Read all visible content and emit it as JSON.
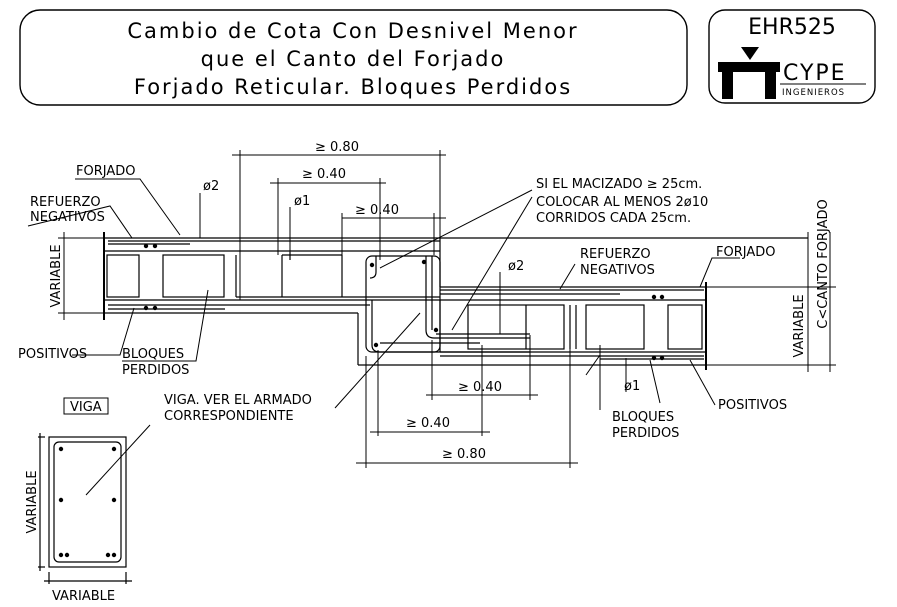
{
  "title": {
    "line1": "Cambio de Cota Con Desnivel Menor",
    "line2": "que el Canto del Forjado",
    "line3": "Forjado Reticular. Bloques Perdidos"
  },
  "logo": {
    "code": "EHR525",
    "brand": "CYPE",
    "subtitle": "INGENIEROS"
  },
  "labels": {
    "forjado_left": "FORJADO",
    "refuerzo_left_1": "REFUERZO",
    "refuerzo_left_2": "NEGATIVOS",
    "variable_left": "VARIABLE",
    "positivos_left": "POSITIVOS",
    "bloques_left_1": "BLOQUES",
    "bloques_left_2": "PERDIDOS",
    "phi2_top": "ø2",
    "phi1_top": "ø1",
    "note_1": "SI EL MACIZADO ≥ 25cm.",
    "note_2": "COLOCAR AL MENOS 2ø10",
    "note_3": "CORRIDOS CADA 25cm.",
    "refuerzo_right_1": "REFUERZO",
    "refuerzo_right_2": "NEGATIVOS",
    "forjado_right": "FORJADO",
    "phi2_mid": "ø2",
    "phi1_bottom": "ø1",
    "variable_right": "VARIABLE",
    "canto_right": "C<CANTO FORJADO",
    "bloques_right_1": "BLOQUES",
    "bloques_right_2": "PERDIDOS",
    "positivos_right": "POSITIVOS",
    "viga_note_1": "VIGA. VER EL ARMADO",
    "viga_note_2": "CORRESPONDIENTE",
    "viga_tag": "VIGA",
    "viga_variable_h": "VARIABLE",
    "viga_variable_w": "VARIABLE"
  },
  "dimensions": {
    "top_080": "≥ 0.80",
    "top_040_a": "≥ 0.40",
    "top_040_b": "≥ 0.40",
    "bottom_040_a": "≥ 0.40",
    "bottom_040_b": "≥ 0.40",
    "bottom_080": "≥ 0.80"
  }
}
